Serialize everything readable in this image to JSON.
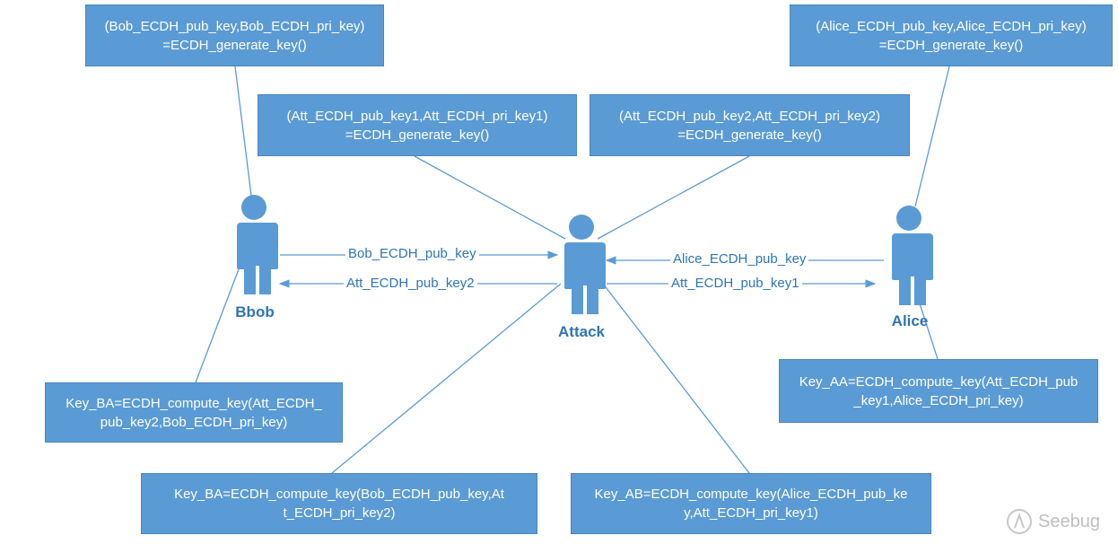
{
  "boxes": {
    "bob_gen": {
      "line1": "(Bob_ECDH_pub_key,Bob_ECDH_pri_key)",
      "line2": "=ECDH_generate_key()"
    },
    "alice_gen": {
      "line1": "(Alice_ECDH_pub_key,Alice_ECDH_pri_key)",
      "line2": "=ECDH_generate_key()"
    },
    "att_gen1": {
      "line1": "(Att_ECDH_pub_key1,Att_ECDH_pri_key1)",
      "line2": "=ECDH_generate_key()"
    },
    "att_gen2": {
      "line1": "(Att_ECDH_pub_key2,Att_ECDH_pri_key2)",
      "line2": "=ECDH_generate_key()"
    },
    "bob_compute": {
      "line1": "Key_BA=ECDH_compute_key(Att_ECDH_",
      "line2": "pub_key2,Bob_ECDH_pri_key)"
    },
    "alice_compute": {
      "line1": "Key_AA=ECDH_compute_key(Att_ECDH_pub",
      "line2": "_key1,Alice_ECDH_pri_key)"
    },
    "att_compute_ba": {
      "line1": "Key_BA=ECDH_compute_key(Bob_ECDH_pub_key,At",
      "line2": "t_ECDH_pri_key2)"
    },
    "att_compute_ab": {
      "line1": "Key_AB=ECDH_compute_key(Alice_ECDH_pub_ke",
      "line2": "y,Att_ECDH_pri_key1)"
    }
  },
  "people": {
    "bob": "Bbob",
    "attack": "Attack",
    "alice": "Alice"
  },
  "messages": {
    "bob_to_att": "Bob_ECDH_pub_key",
    "att_to_bob": "Att_ECDH_pub_key2",
    "alice_to_att": "Alice_ECDH_pub_key",
    "att_to_alice": "Att_ECDH_pub_key1"
  },
  "watermark": "Seebug",
  "colors": {
    "box": "#5b9bd5",
    "text": "#2e75b6"
  }
}
